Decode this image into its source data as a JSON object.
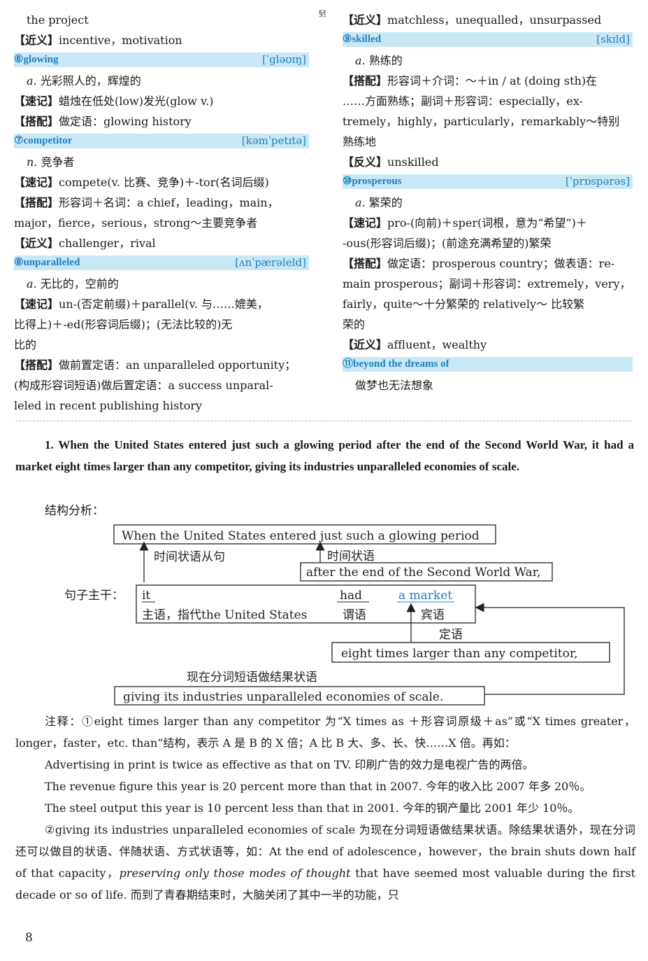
{
  "left_column": {
    "l1": "the project",
    "l2_tag": "【近义】",
    "l2_text": "incentive，motivation",
    "w6": {
      "word": "⑥glowing",
      "phon": "[ˈgləʊɪŋ]"
    },
    "w6_pos": "a.",
    "w6_def": "光彩照人的，辉煌的",
    "w6_sj_tag": "【速记】",
    "w6_sj": "蜡烛在低处(low)发光(glow v.)",
    "w6_dp_tag": "【搭配】",
    "w6_dp": "做定语：glowing history",
    "w7": {
      "word": "⑦competitor",
      "phon": "[kəmˈpetɪtə]"
    },
    "w7_pos": "n.",
    "w7_def": "竞争者",
    "w7_sj_tag": "【速记】",
    "w7_sj": "compete(v. 比赛、竞争)＋-tor(名词后缀)",
    "w7_dp_tag": "【搭配】",
    "w7_dp1": "形容词＋名词：a chief，leading，main，",
    "w7_dp2": "major，fierce，serious，strong～主要竞争者",
    "w7_jy_tag": "【近义】",
    "w7_jy": "challenger，rival",
    "w8": {
      "word": "⑧unparalleled",
      "phon": "[ʌnˈpærəleld]"
    },
    "w8_pos": "a.",
    "w8_def": "无比的，空前的",
    "w8_sj_tag": "【速记】",
    "w8_sj1": "un-(否定前缀)＋parallel(v. 与……媲美，",
    "w8_sj2": "比得上)＋-ed(形容词后缀)；(无法比较的)无",
    "w8_sj3": "比的",
    "w8_dp_tag": "【搭配】",
    "w8_dp1": "做前置定语：an unparalleled opportunity；",
    "w8_dp2": "(构成形容词短语)做后置定语：a success unparal-",
    "w8_dp3": "leled in recent publishing history"
  },
  "right_column": {
    "r1_tag": "【近义】",
    "r1_text": "matchless，unequalled，unsurpassed",
    "w9": {
      "word": "⑨skilled",
      "phon": "[skɪld]"
    },
    "w9_pos": "a.",
    "w9_def": "熟练的",
    "w9_dp_tag": "【搭配】",
    "w9_dp1": "形容词＋介词：～＋in / at (doing sth)在",
    "w9_dp2": "……方面熟练；副词＋形容词：especially，ex-",
    "w9_dp3": "tremely，highly，particularly，remarkably～特别",
    "w9_dp4": "熟练地",
    "w9_fy_tag": "【反义】",
    "w9_fy": "unskilled",
    "w10": {
      "word": "⑩prosperous",
      "phon": "[ˈprɒspərəs]"
    },
    "w10_pos": "a.",
    "w10_def": "繁荣的",
    "w10_sj_tag": "【速记】",
    "w10_sj1": "pro-(向前)＋sper(词根，意为“希望”)＋",
    "w10_sj2": "-ous(形容词后缀)；(前途充满希望的)繁荣",
    "w10_dp_tag": "【搭配】",
    "w10_dp1": "做定语：prosperous country；做表语：re-",
    "w10_dp2": "main prosperous；副词＋形容词：extremely，very，",
    "w10_dp3": "fairly，quite～十分繁荣的 relatively～ 比较繁",
    "w10_dp4": "荣的",
    "w10_jy_tag": "【近义】",
    "w10_jy": "affluent，wealthy",
    "w11": {
      "word": "⑪beyond the dreams of"
    },
    "w11_def": "做梦也无法想象"
  },
  "sentence": "1. When the United States entered just such a glowing period after the end of the Second World War, it had a market eight times larger than any competitor, giving its industries unparalleled economies of scale.",
  "analysis_label": "结构分析：",
  "diagram": {
    "box1": "When the United States entered just such a glowing period",
    "lbl_time_clause": "时间状语从句",
    "lbl_time_adv": "时间状语",
    "box2": "after the end of the Second World War,",
    "main_label": "句子主干：",
    "w_it": "it",
    "w_had": "had",
    "w_market": "a market",
    "lbl_subject": "主语，指代the United States",
    "lbl_predicate": "谓语",
    "lbl_object": "宾语",
    "lbl_attr": "定语",
    "box3": "eight times larger than any competitor,",
    "lbl_result": "现在分词短语做结果状语",
    "box4": "giving its industries unparalleled economies of scale."
  },
  "notes": {
    "n1": "注释：①eight times larger than any competitor 为“X times as ＋形容词原级＋as”或“X times greater，longer，faster，etc. than”结构，表示 A 是 B 的 X 倍；A 比 B 大、多、长、快……X 倍。再如：",
    "n2": "Advertising in print is twice as effective as that on TV. 印刷广告的效力是电视广告的两倍。",
    "n3": "The revenue figure this year is 20 percent more than that in 2007. 今年的收入比 2007 年多 20％。",
    "n4": "The steel output this year is 10 percent less than that in 2001. 今年的钢产量比 2001 年少 10％。",
    "n5a": "②giving its industries unparalleled economies of scale 为现在分词短语做结果状语。除结果状语外，现在分词还可以做目的状语、伴随状语、方式状语等，如：At the end of adolescence，however，the brain shuts down half of that capacity，",
    "n5b": "preserving only those modes of thought",
    "n5c": " that have seemed most valuable during the first decade or so of life. 而到了青春期结束时，大脑关闭了其中一半的功能，只"
  },
  "page_number": "8"
}
